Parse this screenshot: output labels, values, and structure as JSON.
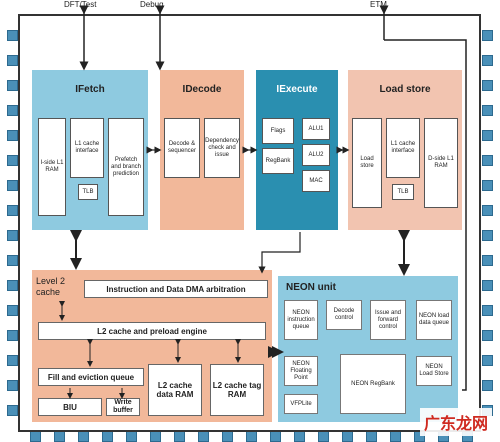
{
  "top_labels": {
    "dft": "DFT/Test",
    "debug": "Debug",
    "etm": "ETM"
  },
  "ifetch": {
    "title": "IFetch",
    "iside_ram": "I-side L1 RAM",
    "l1_cache_interface": "L1 cache interface",
    "prefetch": "Prefetch and branch prediction",
    "tlb": "TLB"
  },
  "idecode": {
    "title": "IDecode",
    "decode_sequencer": "Decode & sequencer",
    "dependency": "Dependency check and issue"
  },
  "iexecute": {
    "title": "IExecute",
    "flags": "Flags",
    "regbank": "RegBank",
    "alu1": "ALU1",
    "alu2": "ALU2",
    "mac": "MAC"
  },
  "loadstore": {
    "title": "Load store",
    "load_store": "Load store",
    "l1_cache_interface": "L1 cache interface",
    "dside_ram": "D-side L1 RAM",
    "tlb": "TLB"
  },
  "l2": {
    "title": "Level 2 cache",
    "dma": "Instruction and Data DMA arbitration",
    "preload": "L2 cache and preload engine",
    "fill": "Fill and eviction queue",
    "biu": "BIU",
    "write_buffer": "Write buffer",
    "data_ram": "L2 cache data RAM",
    "tag_ram": "L2 cache tag RAM"
  },
  "neon": {
    "title": "NEON unit",
    "instr_queue": "NEON instruction queue",
    "decode_control": "Decode control",
    "issue_forward": "Issue and forward control",
    "load_data_queue": "NEON load data queue",
    "floating_point": "NEON Floating Point",
    "regbank": "NEON RegBank",
    "load_store": "NEON Load Store",
    "vfplite": "VFPLite"
  },
  "watermark": "广东龙网",
  "colors": {
    "ifetch": "#8ecae0",
    "idecode": "#f2b89a",
    "iexecute": "#2a8fb0",
    "loadstore": "#f2c4b0",
    "l2": "#f2b89a",
    "neon": "#8ecae0",
    "pin": "#4a90b8"
  }
}
